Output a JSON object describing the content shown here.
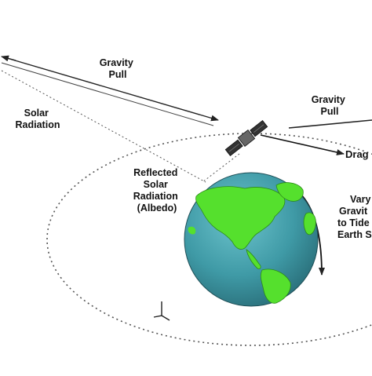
{
  "labels": {
    "gravity_pull_left": [
      "Gravity",
      "Pull"
    ],
    "gravity_pull_right": [
      "Gravity",
      "Pull"
    ],
    "solar_radiation": [
      "Solar",
      "Radiation"
    ],
    "reflected_solar_radiation": [
      "Reflected",
      "Solar",
      "Radiation",
      "(Albedo)"
    ],
    "drag": "Drag",
    "varying_gravity": [
      "Vary",
      "Gravit",
      "to Tide",
      "Earth S"
    ]
  },
  "colors": {
    "ocean": "#3f9aa6",
    "land": "#55e02d",
    "line": "#222222",
    "dashed": "#555555"
  },
  "icons": {
    "satellite": "satellite-icon",
    "earth": "earth-globe-icon"
  }
}
